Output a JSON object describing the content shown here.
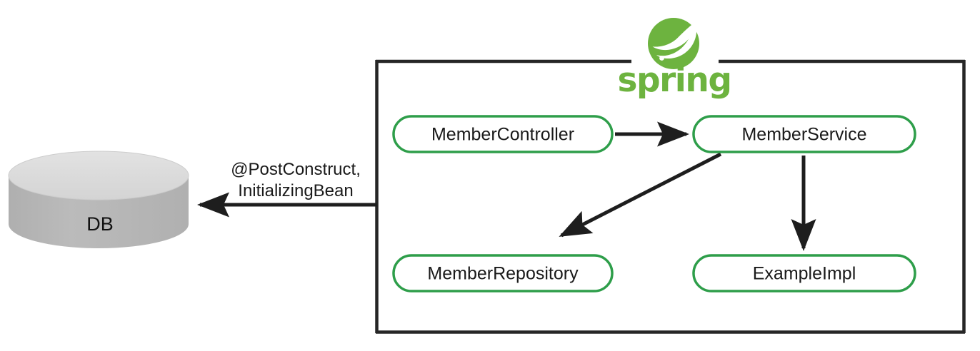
{
  "diagram": {
    "title": "Spring container bean lifecycle diagram",
    "colors": {
      "node_border": "#2E9E4A",
      "node_fill": "#FFFFFF",
      "container_border": "#262626",
      "arrow": "#1E1E1E",
      "spring_green": "#6DB33F",
      "db_top": "#DCDCDC",
      "db_body": "#B5B5B5",
      "db_edge": "#A8A8A8",
      "text": "#1A1A1A"
    },
    "brand": {
      "name": "spring",
      "logo_icon": "spring-leaf-icon"
    },
    "container": {
      "label": "spring-container"
    },
    "nodes": [
      {
        "id": "member-controller",
        "label": "MemberController"
      },
      {
        "id": "member-service",
        "label": "MemberService"
      },
      {
        "id": "member-repository",
        "label": "MemberRepository"
      },
      {
        "id": "example-impl",
        "label": "ExampleImpl"
      }
    ],
    "database": {
      "label": "DB"
    },
    "annotation": {
      "line1": "@PostConstruct,",
      "line2": "InitializingBean"
    },
    "edges": [
      {
        "id": "controller-to-service",
        "from": "MemberController",
        "to": "MemberService",
        "style": "arrow"
      },
      {
        "id": "service-to-repository",
        "from": "MemberService",
        "to": "MemberRepository",
        "style": "arrow"
      },
      {
        "id": "service-to-exampleimpl",
        "from": "MemberService",
        "to": "ExampleImpl",
        "style": "arrow"
      },
      {
        "id": "container-to-db",
        "from": "spring container",
        "to": "DB",
        "style": "arrow"
      }
    ]
  }
}
